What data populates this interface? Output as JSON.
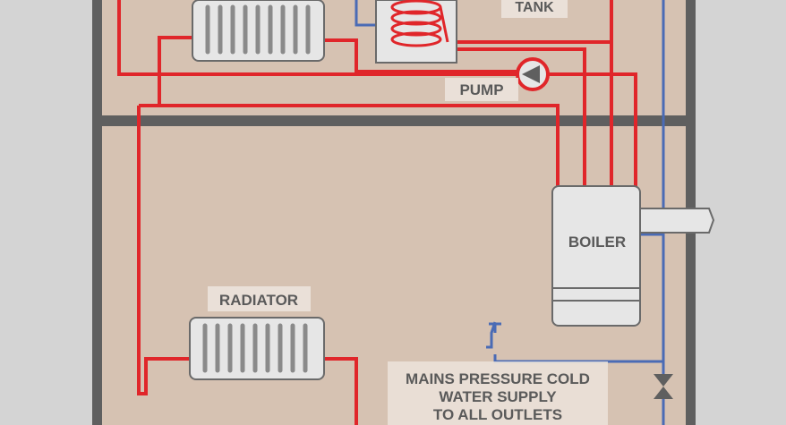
{
  "labels": {
    "tank": "TANK",
    "pump": "PUMP",
    "boiler": "BOILER",
    "radiator": "RADIATOR",
    "mains_line1": "MAINS PRESSURE COLD",
    "mains_line2": "WATER SUPPLY",
    "mains_line3": "TO ALL OUTLETS"
  },
  "colors": {
    "background": "#d4d4d4",
    "house_fill": "#d6c2b2",
    "wall": "#5f5f5f",
    "hot_pipe": "#e0262a",
    "cold_pipe": "#4a6bb5",
    "appliance_fill": "#e6e6e6",
    "appliance_stroke": "#6a6a6a",
    "label_text": "#5a5a5a"
  }
}
